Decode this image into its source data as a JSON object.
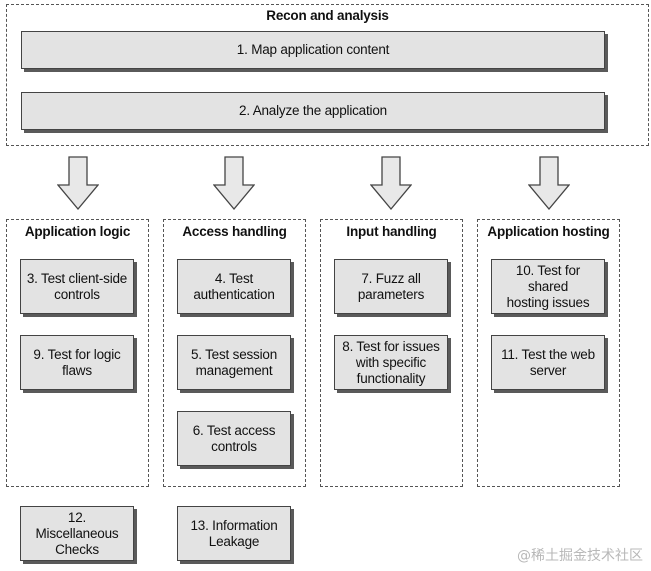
{
  "recon": {
    "title": "Recon and analysis",
    "step1": "1. Map application content",
    "step2": "2. Analyze the application"
  },
  "groups": {
    "logic": {
      "title": "Application logic",
      "items": [
        "3. Test client-side\ncontrols",
        "9. Test for logic\nflaws"
      ]
    },
    "access": {
      "title": "Access handling",
      "items": [
        "4. Test\nauthentication",
        "5. Test session\nmanagement",
        "6. Test access\ncontrols"
      ]
    },
    "input": {
      "title": "Input handling",
      "items": [
        "7. Fuzz all\nparameters",
        "8. Test for issues\nwith specific\nfunctionality"
      ]
    },
    "hosting": {
      "title": "Application hosting",
      "items": [
        "10. Test for shared\nhosting issues",
        "11. Test the web\nserver"
      ]
    }
  },
  "extras": {
    "misc": "12. Miscellaneous\nChecks",
    "leak": "13. Information\nLeakage"
  },
  "watermark": "@稀土掘金技术社区",
  "colors": {
    "box_fill": "#e3e3e3",
    "box_shadow": "#5a5a5a",
    "arrow_fill": "#e8e8e8",
    "border": "#555555"
  }
}
